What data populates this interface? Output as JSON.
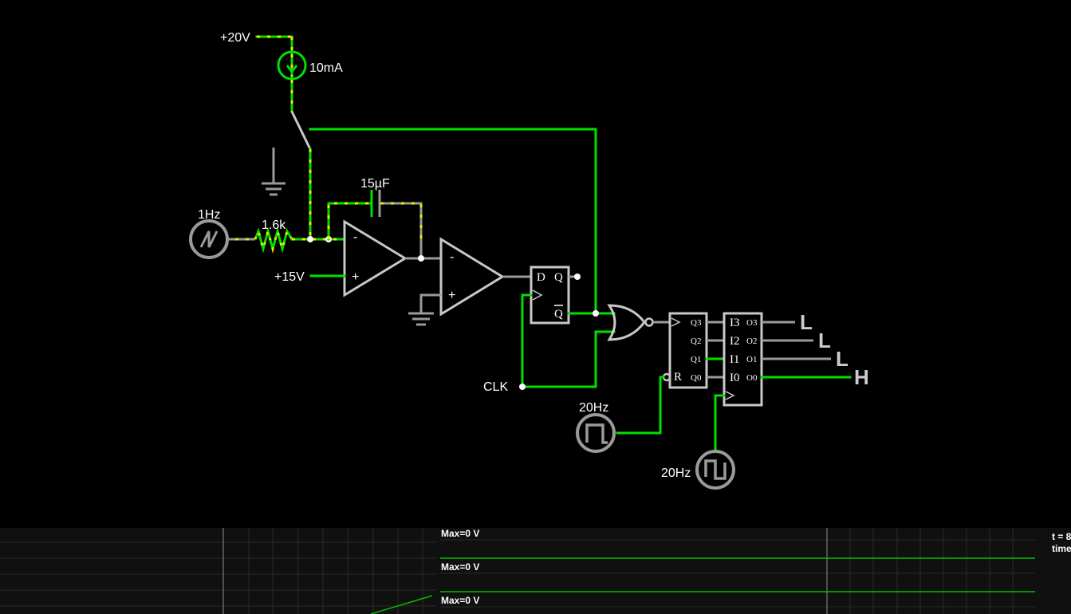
{
  "labels": {
    "v20": "+20V",
    "current": "10mA",
    "cap": "15µF",
    "freq1": "1Hz",
    "res": "1.6k",
    "v15": "+15V",
    "clk": "CLK",
    "freq20a": "20Hz",
    "freq20b": "20Hz"
  },
  "opamp": {
    "minus": "-",
    "plus": "+"
  },
  "flipflop": {
    "d": "D",
    "q": "Q",
    "qbar": "Q"
  },
  "counter": {
    "q3": "Q3",
    "q2": "Q2",
    "q1": "Q1",
    "q0": "Q0",
    "r": "R"
  },
  "latch": {
    "i3": "I3",
    "i2": "I2",
    "i1": "I1",
    "i0": "I0",
    "o3": "O3",
    "o2": "O2",
    "o1": "O1",
    "o0": "O0"
  },
  "outputs": [
    "L",
    "L",
    "L",
    "H"
  ],
  "scope": {
    "max1": "Max=0 V",
    "max2": "Max=0 V",
    "max3": "Max=0 V",
    "t_label": "t = 8",
    "time_label": "time"
  },
  "colors": {
    "active_wire": "#00e000",
    "inactive_wire": "#9a9a9a",
    "current_dots": "#eeee00",
    "background": "#000000"
  }
}
